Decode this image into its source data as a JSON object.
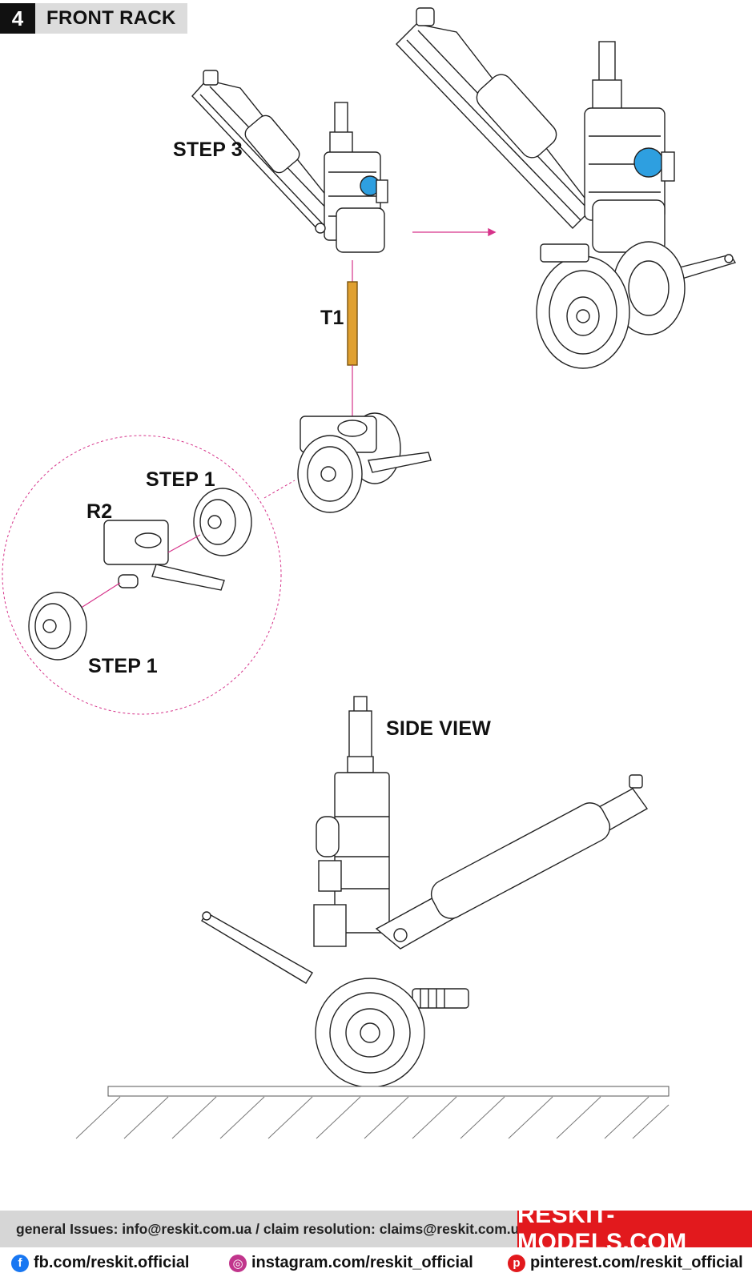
{
  "header": {
    "step_number": "4",
    "title": "FRONT RACK"
  },
  "labels": {
    "step3": "STEP 3",
    "t1": "T1",
    "step1_top": "STEP 1",
    "r2": "R2",
    "step1_bottom": "STEP 1",
    "side_view": "SIDE VIEW"
  },
  "footer": {
    "contact": "general Issues: info@reskit.com.ua / claim resolution: claims@reskit.com.ua",
    "brand": "RESKIT-MODELS.COM",
    "facebook": "fb.com/reskit.official",
    "instagram": "instagram.com/reskit_official",
    "pinterest": "pinterest.com/reskit_official"
  },
  "colors": {
    "accent_line": "#d6338a",
    "part_blue": "#2e9fe0",
    "part_orange": "#e0a030",
    "brand_red": "#e2191d"
  },
  "icons": [
    "facebook-icon",
    "instagram-icon",
    "pinterest-icon"
  ]
}
